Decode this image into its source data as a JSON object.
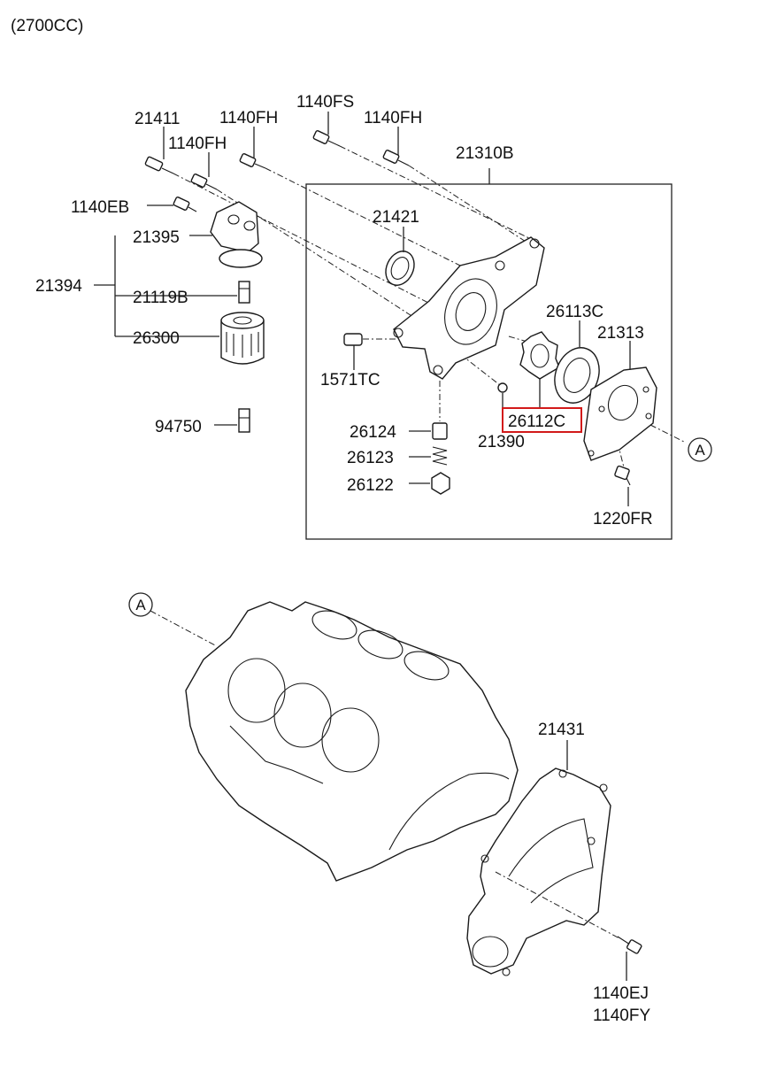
{
  "header": {
    "engine": "(2700CC)"
  },
  "highlight_color": "#d21a1a",
  "labels": {
    "p21411": "21411",
    "p1140FH_a": "1140FH",
    "p1140FS": "1140FS",
    "p1140FH_b": "1140FH",
    "p1140FH_c": "1140FH",
    "p21310B": "21310B",
    "p1140EB": "1140EB",
    "p21421": "21421",
    "p21395": "21395",
    "p21394": "21394",
    "p21119B": "21119B",
    "p26113C": "26113C",
    "p21313": "21313",
    "p26300": "26300",
    "p1571TC": "1571TC",
    "p26112C": "26112C",
    "p94750": "94750",
    "p26124": "26124",
    "p21390": "21390",
    "p26123": "26123",
    "p26122": "26122",
    "p1220FR": "1220FR",
    "p21431": "21431",
    "p1140EJ": "1140EJ",
    "p1140FY": "1140FY"
  },
  "callouts": {
    "a_top": "A",
    "a_bottom": "A"
  }
}
